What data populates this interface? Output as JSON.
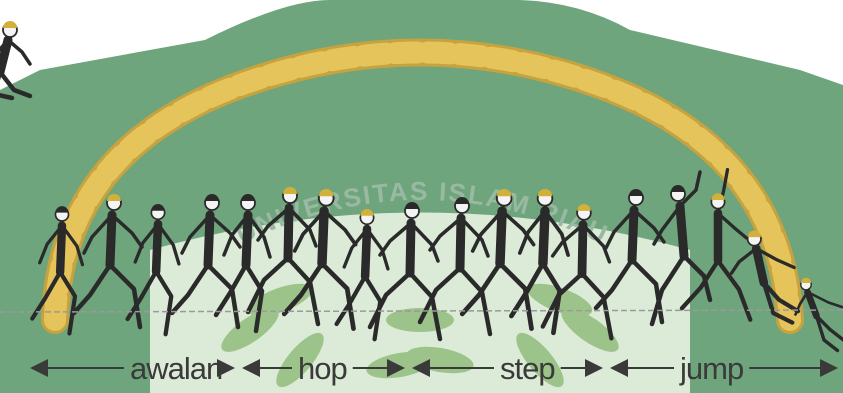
{
  "watermark": {
    "text": "UNIVERSITAS ISLAM RIAU",
    "colors": {
      "shield": "#6fa57c",
      "rope": "#e6c45c",
      "rope_shadow": "#c7a33f",
      "light_band": "#dcebd8",
      "leaf": "#9cc48a",
      "text": "#9ab9a3"
    }
  },
  "figure": {
    "ink_color": "#2a2a2a",
    "highlight_color": "#d2b13a",
    "ground_color": "#9a9a9a",
    "figures": [
      {
        "name": "figure-run-1",
        "pose": "run-a",
        "hair": "dark"
      },
      {
        "name": "figure-run-2",
        "pose": "run-b",
        "hair": "gold"
      },
      {
        "name": "figure-run-3",
        "pose": "run-a",
        "hair": "dark"
      },
      {
        "name": "figure-run-4",
        "pose": "run-b",
        "hair": "dark"
      },
      {
        "name": "figure-run-5",
        "pose": "run-a",
        "hair": "dark"
      },
      {
        "name": "figure-hop-1",
        "pose": "stride",
        "hair": "gold"
      },
      {
        "name": "figure-hop-2",
        "pose": "run-b",
        "hair": "gold"
      },
      {
        "name": "figure-hop-3",
        "pose": "run-a",
        "hair": "gold"
      },
      {
        "name": "figure-hop-4",
        "pose": "stride",
        "hair": "dark"
      },
      {
        "name": "figure-step-1",
        "pose": "stride",
        "hair": "dark"
      },
      {
        "name": "figure-step-2",
        "pose": "run-b",
        "hair": "gold"
      },
      {
        "name": "figure-step-3",
        "pose": "run-a",
        "hair": "gold"
      },
      {
        "name": "figure-step-4",
        "pose": "stride",
        "hair": "gold"
      },
      {
        "name": "figure-step-5",
        "pose": "run-b",
        "hair": "dark"
      },
      {
        "name": "figure-jump-1",
        "pose": "takeoff",
        "hair": "dark"
      },
      {
        "name": "figure-jump-2",
        "pose": "reach",
        "hair": "gold"
      },
      {
        "name": "figure-jump-3",
        "pose": "tuck",
        "hair": "gold"
      },
      {
        "name": "figure-jump-4",
        "pose": "land",
        "hair": "gold"
      },
      {
        "name": "figure-jump-5",
        "pose": "sit",
        "hair": "gold"
      }
    ]
  },
  "phases": [
    {
      "name": "phase-awalan",
      "label": "awalan"
    },
    {
      "name": "phase-hop",
      "label": "hop"
    },
    {
      "name": "phase-step",
      "label": "step"
    },
    {
      "name": "phase-jump",
      "label": "jump"
    }
  ]
}
